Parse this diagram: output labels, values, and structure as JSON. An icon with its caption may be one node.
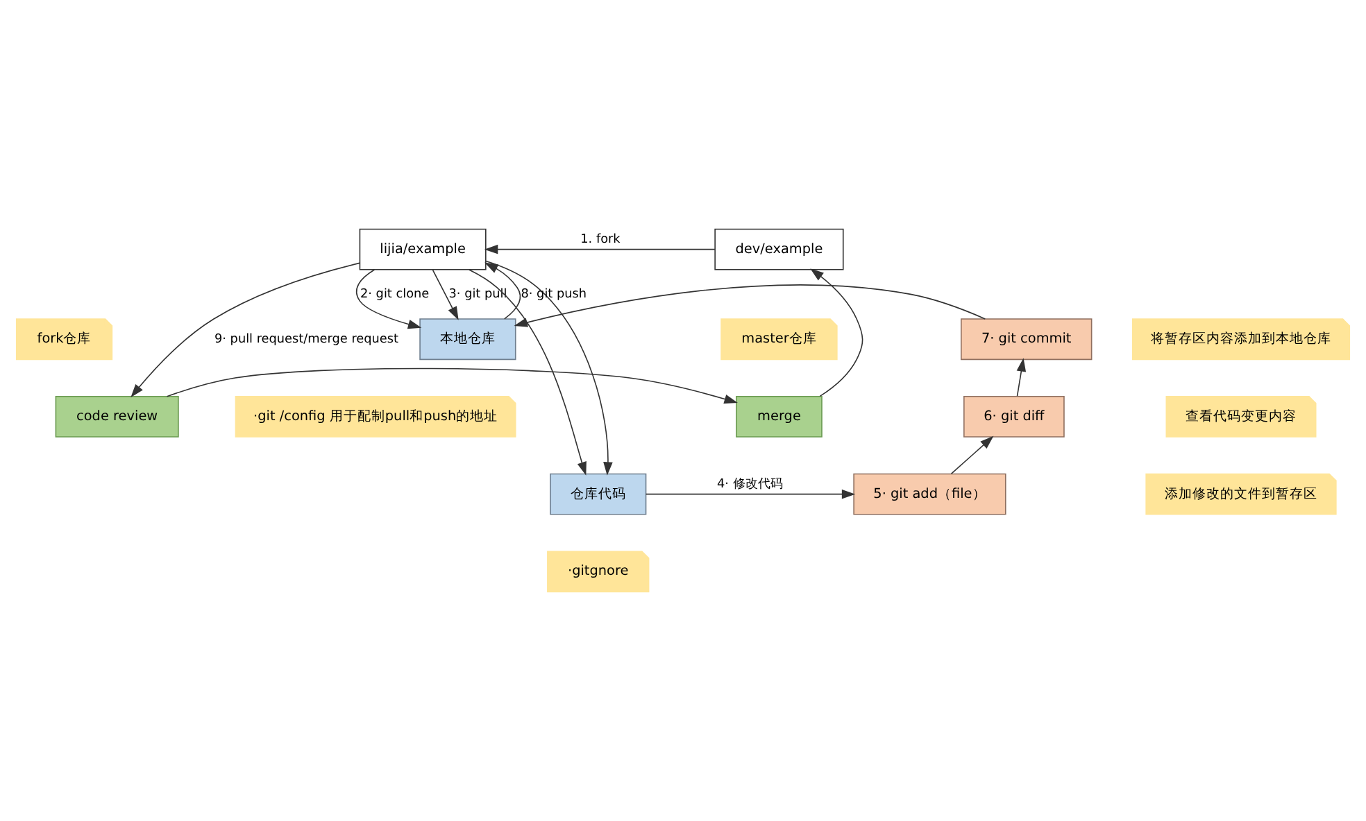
{
  "diagram": {
    "nodes": [
      {
        "text": [
          "lijia/example"
        ]
      },
      {
        "text": [
          "dev/example"
        ]
      },
      {
        "text": [
          "fork仓库"
        ]
      },
      {
        "text": [
          "master仓库"
        ]
      },
      {
        "text": [
          "code review"
        ]
      },
      {
        "text": [
          "merge"
        ]
      },
      {
        "text": [
          "本地仓库"
        ]
      },
      {
        "text": [
          "7· git commit"
        ]
      },
      {
        "text": [
          "将暂存区内容添加到本地仓库"
        ]
      },
      {
        "text": [
          "·git /config 用于配制pull和push的地址"
        ]
      },
      {
        "text": [
          "6· git diff"
        ]
      },
      {
        "text": [
          "查看代码变更内容"
        ]
      },
      {
        "text": [
          "仓库代码"
        ]
      },
      {
        "text": [
          "5· git add（file）"
        ]
      },
      {
        "text": [
          "添加修改的文件到暂存区"
        ]
      },
      {
        "text": [
          "·gitgnore"
        ]
      }
    ],
    "edges": [
      {
        "from": 1,
        "to": 0,
        "arrow": "to",
        "label": "1. fork"
      },
      {
        "from": 0,
        "to": 6,
        "arrow": "to",
        "label": "2· git clone"
      },
      {
        "from": 0,
        "to": 12,
        "arrow": "to"
      },
      {
        "from": 0,
        "to": 6,
        "arrow": "to",
        "label": "3· git pull"
      },
      {
        "from": 0,
        "to": 12,
        "arrow": "to"
      },
      {
        "from": 6,
        "to": 0,
        "arrow": "to",
        "label": "8· git push"
      },
      {
        "from": 0,
        "to": 4,
        "arrow": "to",
        "label": "9· pull request/merge request"
      },
      {
        "from": 4,
        "to": 5,
        "arrow": "to"
      },
      {
        "from": 5,
        "to": 1,
        "arrow": "to"
      },
      {
        "from": 12,
        "to": 13,
        "arrow": "to",
        "label": "4· 修改代码"
      },
      {
        "from": 13,
        "to": 10,
        "arrow": "to"
      },
      {
        "from": 10,
        "to": 7,
        "arrow": "to"
      },
      {
        "from": 7,
        "to": 6,
        "arrow": "to"
      }
    ]
  }
}
